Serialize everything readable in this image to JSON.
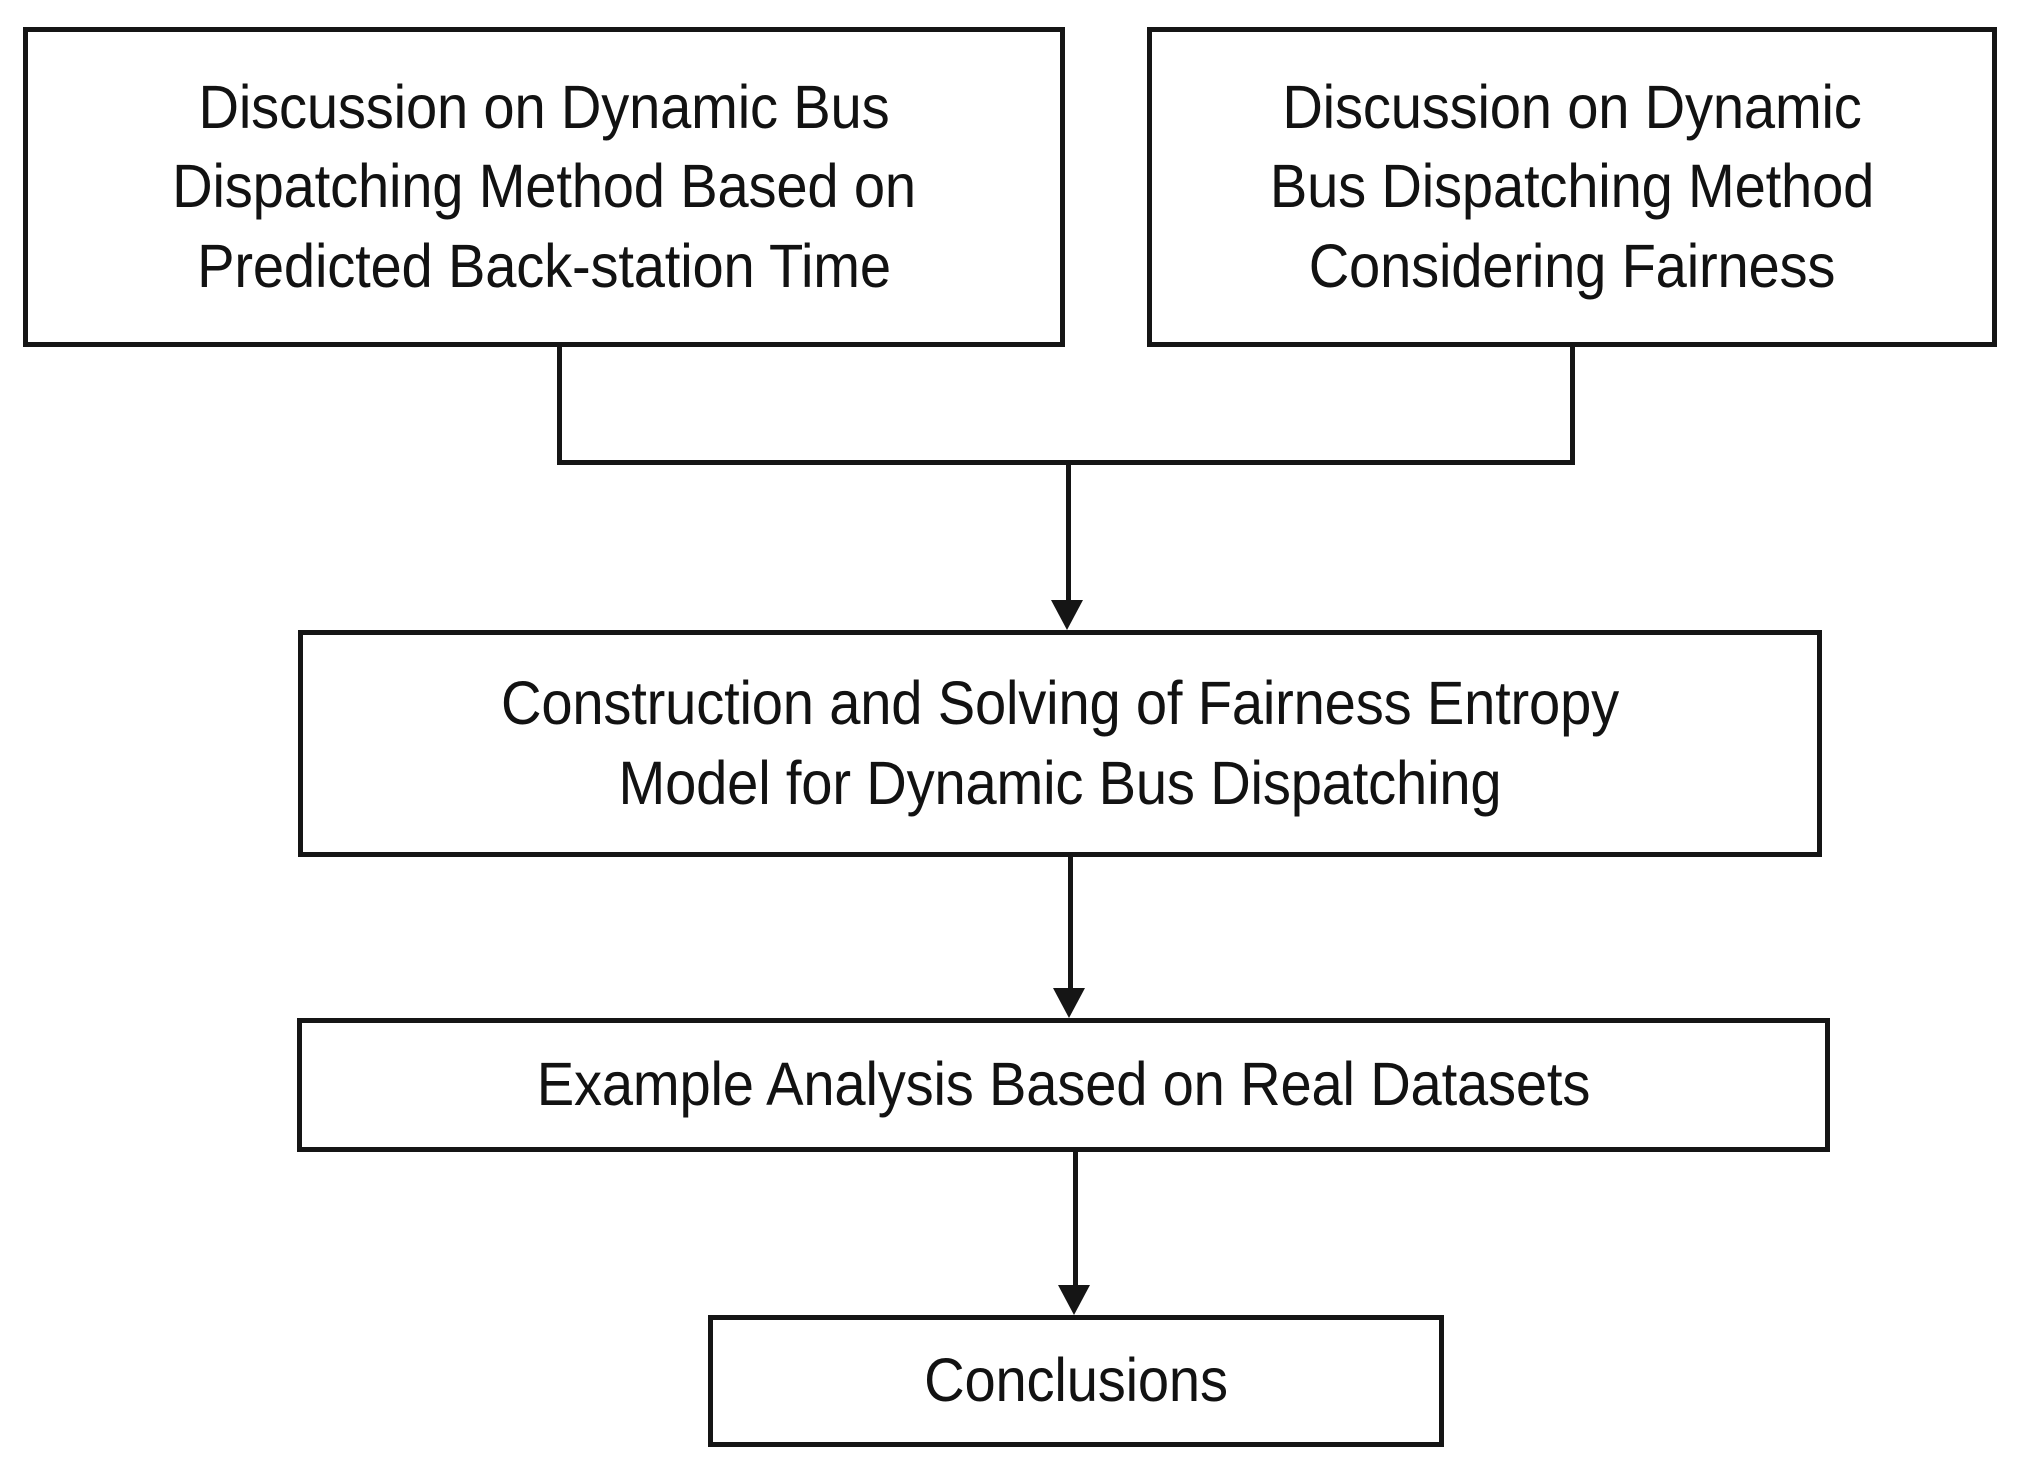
{
  "diagram": {
    "type": "flowchart",
    "title": "Research framework flowchart",
    "orientation": "top-to-bottom",
    "colors": {
      "stroke": "#151515",
      "fill": "#ffffff",
      "text": "#121212"
    },
    "nodes": [
      {
        "id": "predicted-time",
        "label": "Discussion on Dynamic Bus\nDispatching Method Based on\nPredicted Back-station Time",
        "shape": "rectangle"
      },
      {
        "id": "fairness",
        "label": "Discussion on Dynamic\nBus Dispatching Method\nConsidering Fairness",
        "shape": "rectangle"
      },
      {
        "id": "entropy-model",
        "label": "Construction and Solving of Fairness Entropy\nModel for Dynamic Bus Dispatching",
        "shape": "rectangle"
      },
      {
        "id": "example-analysis",
        "label": "Example Analysis Based on Real Datasets",
        "shape": "rectangle"
      },
      {
        "id": "conclusions",
        "label": "Conclusions",
        "shape": "rectangle"
      }
    ],
    "edges": [
      {
        "from": "predicted-time",
        "to": "entropy-model",
        "style": "elbow-merge",
        "arrow": true
      },
      {
        "from": "fairness",
        "to": "entropy-model",
        "style": "elbow-merge",
        "arrow": true
      },
      {
        "from": "entropy-model",
        "to": "example-analysis",
        "style": "straight",
        "arrow": true
      },
      {
        "from": "example-analysis",
        "to": "conclusions",
        "style": "straight",
        "arrow": true
      }
    ]
  }
}
